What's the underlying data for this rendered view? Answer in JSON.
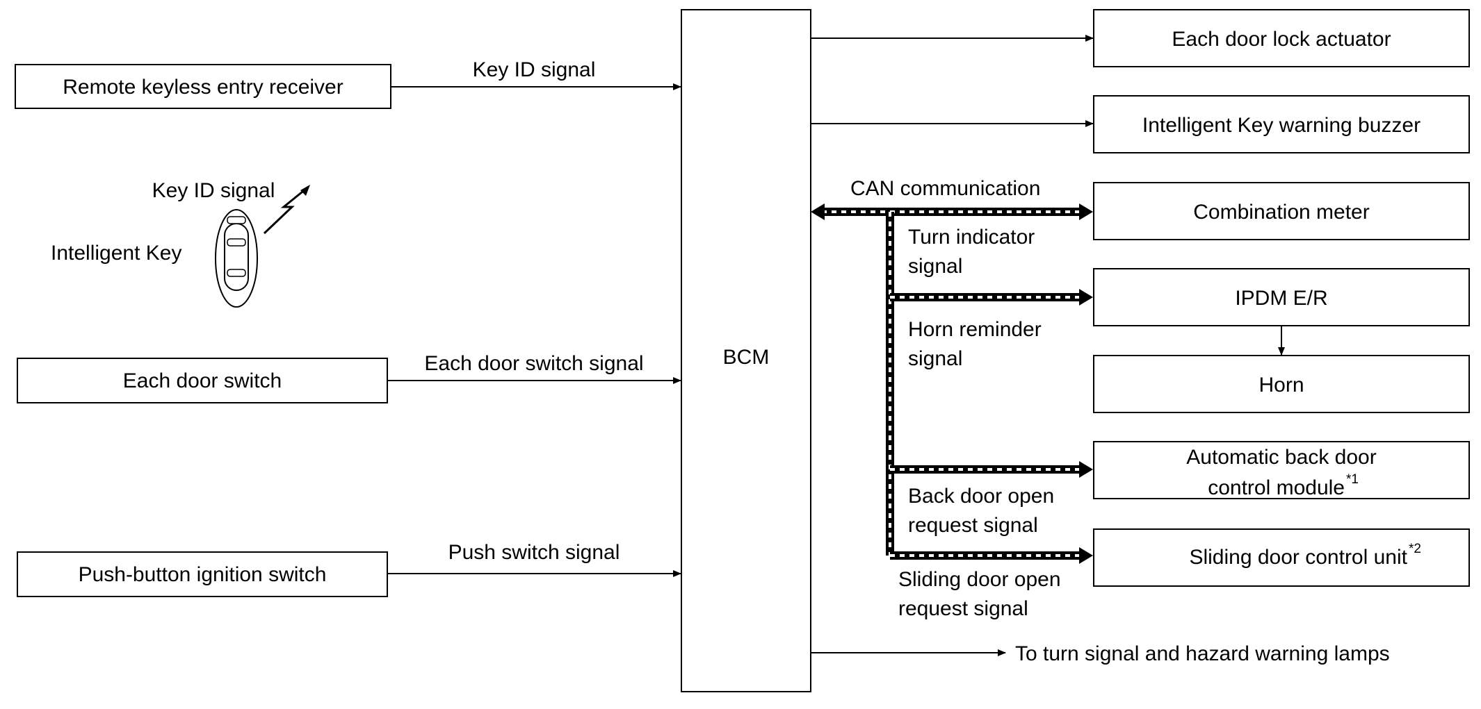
{
  "diagram": {
    "bcm": "BCM",
    "inputs": {
      "remote_receiver": "Remote keyless entry receiver",
      "door_switch": "Each door switch",
      "push_button_switch": "Push-button ignition switch",
      "intelligent_key": "Intelligent Key"
    },
    "input_signals": {
      "key_id": "Key ID signal",
      "key_id_wireless": "Key ID signal",
      "door_switch_signal": "Each door switch signal",
      "push_switch_signal": "Push switch signal"
    },
    "outputs": {
      "door_lock_actuator": "Each door lock actuator",
      "warning_buzzer": "Intelligent Key warning buzzer",
      "combination_meter": "Combination meter",
      "ipdm": "IPDM E/R",
      "horn": "Horn",
      "back_door_line1": "Automatic back door",
      "back_door_line2": "control module",
      "back_door_note": "*1",
      "sliding_door": "Sliding door control unit",
      "sliding_door_note": "*2",
      "lamps": "To turn signal and hazard warning lamps"
    },
    "can_signals": {
      "can": "CAN communication",
      "turn_line1": "Turn indicator",
      "turn_line2": "signal",
      "horn_line1": "Horn reminder",
      "horn_line2": "signal",
      "back_line1": "Back door open",
      "back_line2": "request signal",
      "sliding_line1": "Sliding door open",
      "sliding_line2": "request signal"
    }
  }
}
